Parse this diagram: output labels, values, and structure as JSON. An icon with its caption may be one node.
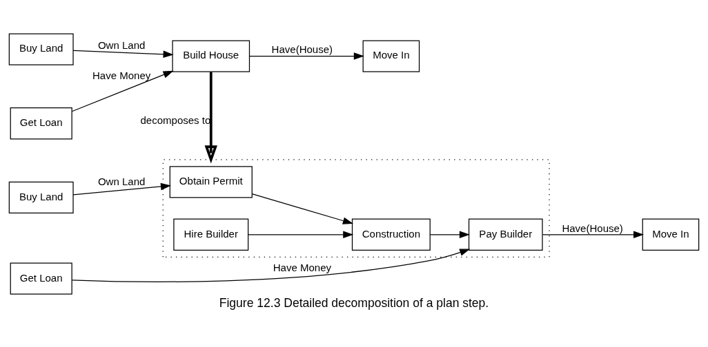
{
  "diagram": {
    "caption": "Figure 12.3 Detailed decomposition of a plan step.",
    "nodes": [
      {
        "text": [
          "Buy Land"
        ]
      },
      {
        "text": [
          "Get Loan"
        ]
      },
      {
        "text": [
          "Build House"
        ]
      },
      {
        "text": [
          "Move In"
        ]
      },
      {
        "text": [],
        "shape": "box"
      },
      {
        "text": [
          "Buy Land"
        ]
      },
      {
        "text": [
          "Obtain Permit"
        ],
        "in": 4
      },
      {
        "text": [
          "Hire Builder"
        ],
        "in": 4
      },
      {
        "text": [
          "Construction"
        ],
        "in": 4
      },
      {
        "text": [
          "Pay Builder"
        ],
        "in": 4
      },
      {
        "text": [
          "Move In"
        ]
      },
      {
        "text": [
          "Get Loan"
        ]
      }
    ],
    "edges": [
      {
        "from": 0,
        "to": 2,
        "arrow": "to",
        "label": "Own Land"
      },
      {
        "from": 1,
        "to": 2,
        "arrow": "to",
        "label": "Have Money"
      },
      {
        "from": 2,
        "to": 3,
        "arrow": "to",
        "label": "Have(House)"
      },
      {
        "from": 2,
        "to": 4,
        "arrow": "to",
        "label": "decomposes to",
        "style": "thick"
      },
      {
        "from": 5,
        "to": 6,
        "arrow": "to",
        "label": "Own Land"
      },
      {
        "from": 6,
        "to": 8,
        "arrow": "to"
      },
      {
        "from": 7,
        "to": 8,
        "arrow": "to"
      },
      {
        "from": 8,
        "to": 9,
        "arrow": "to"
      },
      {
        "from": 11,
        "to": 9,
        "arrow": "to",
        "label": "Have Money"
      },
      {
        "from": 9,
        "to": 10,
        "arrow": "to",
        "label": "Have(House)"
      }
    ]
  }
}
